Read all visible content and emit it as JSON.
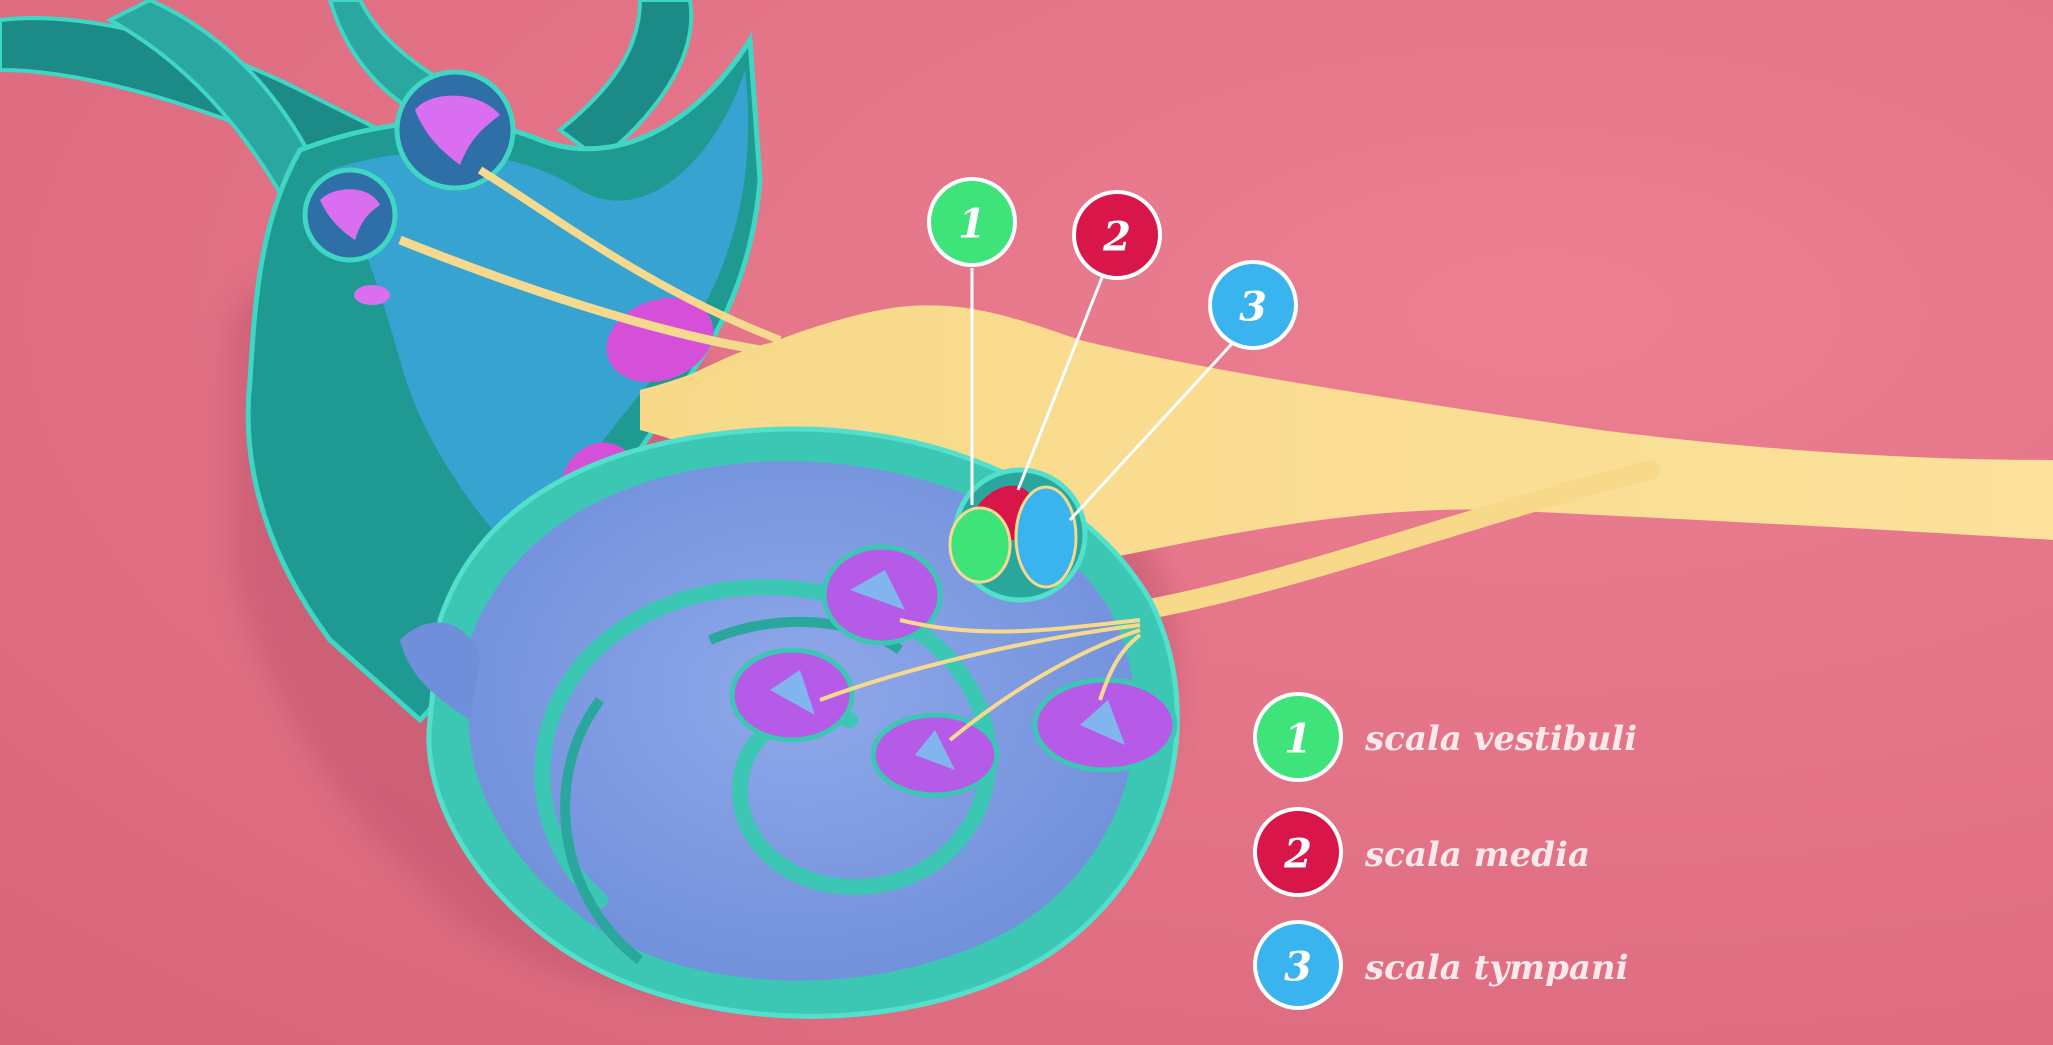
{
  "callouts": [
    {
      "number": "1",
      "color": "#3ee37a"
    },
    {
      "number": "2",
      "color": "#d8164a"
    },
    {
      "number": "3",
      "color": "#3ab4ee"
    }
  ],
  "legend": [
    {
      "number": "1",
      "label": "scala vestibuli",
      "color": "#3ee37a"
    },
    {
      "number": "2",
      "label": "scala media",
      "color": "#d8164a"
    },
    {
      "number": "3",
      "label": "scala tympani",
      "color": "#3ab4ee"
    }
  ],
  "colors": {
    "background": "#e37386",
    "nerve": "#f9dc8c",
    "cochlea_shell": "#3cc7b4",
    "cochlea_inner": "#7f9ee0",
    "vestibular": "#3aa9d6",
    "canal_dark": "#1c8a86",
    "ampulla": "#d96ef0"
  }
}
